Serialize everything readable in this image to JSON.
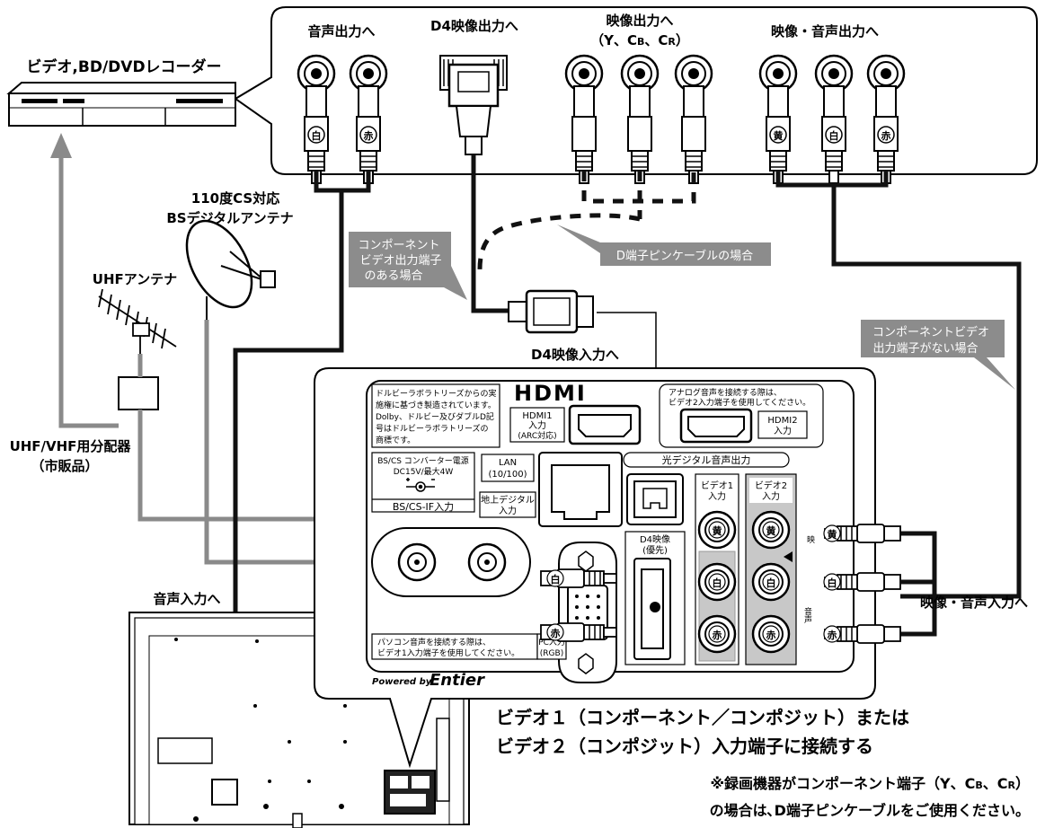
{
  "recorder": {
    "title": "ビデオ,BD/DVDレコーダー",
    "out_audio": "音声出力へ",
    "out_d4": "D4映像出力へ",
    "out_comp_1": "映像出力へ",
    "out_comp_2": "（Y、CB、CR）",
    "out_comp_prefix": "（Y、C",
    "out_comp_cb": "B",
    "out_comp_sep": "、C",
    "out_comp_cr": "R",
    "out_comp_suffix": "）",
    "out_av": "映像・音声出力へ"
  },
  "plug_tags": {
    "white": "白",
    "red": "赤",
    "yellow": "黄"
  },
  "antenna": {
    "bs_1": "110度CS対応",
    "bs_2": "BSデジタルアンテナ",
    "uhf": "UHFアンテナ",
    "splitter_1": "UHF/VHF用分配器",
    "splitter_2": "（市販品）"
  },
  "callouts": {
    "component_1": "コンポーネント",
    "component_2": "ビデオ出力端子",
    "component_3": "のある場合",
    "dpin": "D端子ピンケーブルの場合",
    "no_comp_1": "コンポーネントビデオ",
    "no_comp_2": "出力端子がない場合"
  },
  "labels": {
    "d4_in": "D4映像入力へ",
    "audio_in": "音声入力へ",
    "av_in": "映像・音声入力へ"
  },
  "panel": {
    "dolby_1": "ドルビーラボラトリーズからの実",
    "dolby_2": "施権に基づき製造されています。",
    "dolby_3": "Dolby、ドルビー及びダブルD記",
    "dolby_4": "号はドルビーラボラトリーズの",
    "dolby_5": "商標です。",
    "hdmi_logo": "HDMI",
    "hdmi1_1": "HDMI1",
    "hdmi1_2": "入力",
    "hdmi1_3": "(ARC対応)",
    "analog_1": "アナログ音声を接続する際は、",
    "analog_2": "ビデオ2入力端子を使用してください。",
    "hdmi2_1": "HDMI2",
    "hdmi2_2": "入力",
    "bscs_power_1": "BS/CS コンバーター電源",
    "bscs_power_2": "DC15V/最大4W",
    "bscs_in": "BS/CS-IF入力",
    "lan_1": "LAN",
    "lan_2": "(10/100)",
    "terr_1": "地上デジタル",
    "terr_2": "入力",
    "optical": "光デジタル音声出力",
    "video1_1": "ビデオ1",
    "video1_2": "入力",
    "video2_1": "ビデオ2",
    "video2_2": "入力",
    "d4_1": "D4映像",
    "d4_2": "(優先)",
    "pc_note_1": "パソコン音声を接続する際は、",
    "pc_note_2": "ビデオ1入力端子を使用してください。",
    "pc_1": "PC入力",
    "pc_2": "(RGB)",
    "powered": "Powered by",
    "brand": "Entier",
    "side_1": "映",
    "side_2": "音声"
  },
  "footer": {
    "main_1": "ビデオ１（コンポーネント／コンポジット）または",
    "main_2": "ビデオ２（コンポジット）入力端子に接続する",
    "note_1": "※録画機器がコンポーネント端子（Y、CB、CR）",
    "note_1_pre": "※録画機器がコンポーネント端子（Y、C",
    "note_1_cb": "B",
    "note_1_sep": "、C",
    "note_1_cr": "R",
    "note_1_suf": "）",
    "note_2": "の場合は､D端子ピンケーブルをご使用ください。"
  },
  "colors": {
    "cable_black": "#111111",
    "cable_gray": "#8a8a8a",
    "callout_gray": "#8c8c8c",
    "highlight_gray": "#c8c8c8"
  }
}
